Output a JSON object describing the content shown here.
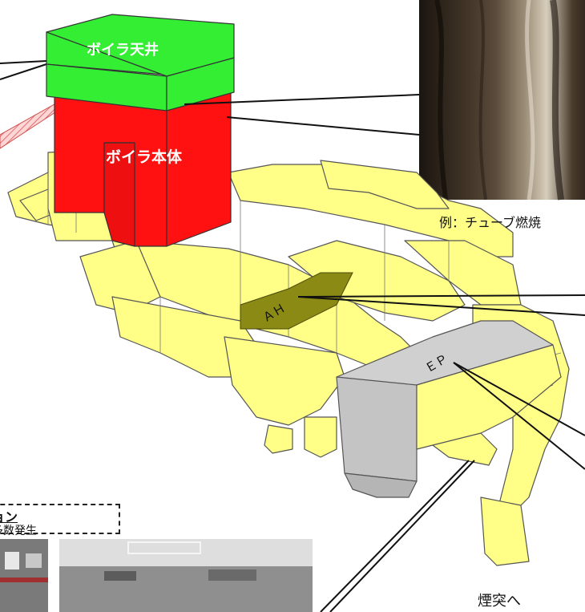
{
  "labels": {
    "boiler_ceiling": "ボイラ天井",
    "boiler_body": "ボイラ本体",
    "air_heater": "ＡＨ",
    "electrostatic_precipitator": "ＥＰ",
    "photo_caption": "例：チューブ燃焼",
    "to_stack": "煙突へ",
    "callout_title": "ョン",
    "callout_text": "多数発生"
  },
  "colors": {
    "boiler_ceiling": "#33ee33",
    "boiler_body": "#ff1111",
    "duct": "#ffff88",
    "air_heater": "#8a8a14",
    "precipitator": "#c0c0c0",
    "photo_dark": "#2a2118",
    "photo_light": "#c8bfae"
  }
}
